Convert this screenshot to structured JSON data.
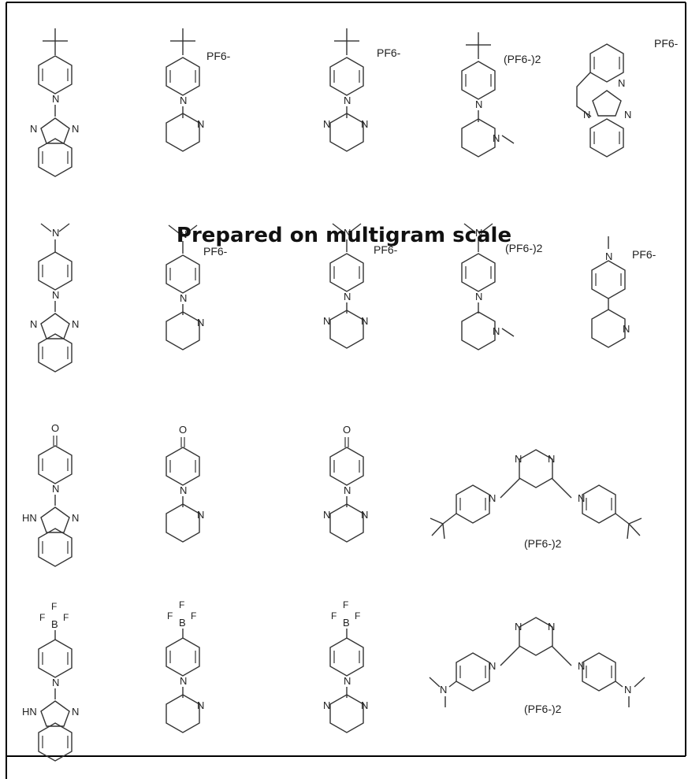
{
  "section_heading": "Prepared on multigram scale",
  "counter_ions": {
    "pf6": "PF6-",
    "pf6_double": "(PF6-)2"
  },
  "atom_labels": {
    "N": "N",
    "NH": "HN",
    "O": "O",
    "F": "F",
    "B": "B"
  },
  "compounds": [
    {
      "row": 1,
      "col": 1,
      "top": "tBu",
      "bottom": "benzimidazolyl",
      "counter": ""
    },
    {
      "row": 1,
      "col": 2,
      "top": "tBu",
      "bottom": "pyridyl",
      "counter": "PF6-"
    },
    {
      "row": 1,
      "col": 3,
      "top": "tBu",
      "bottom": "pyrimidinyl",
      "counter": "PF6-"
    },
    {
      "row": 1,
      "col": 4,
      "top": "tBu",
      "bottom": "N-methylpyridinium",
      "counter": "(PF6-)2"
    },
    {
      "row": 1,
      "col": 5,
      "top": "fused",
      "bottom": "fused",
      "counter": "PF6-"
    },
    {
      "row": 2,
      "col": 1,
      "top": "NMe2",
      "bottom": "benzimidazolyl",
      "counter": ""
    },
    {
      "row": 2,
      "col": 2,
      "top": "NMe2",
      "bottom": "pyridyl",
      "counter": "PF6-"
    },
    {
      "row": 2,
      "col": 3,
      "top": "NMe2",
      "bottom": "pyrimidinyl",
      "counter": "PF6-"
    },
    {
      "row": 2,
      "col": 4,
      "top": "NMe2",
      "bottom": "N-methylpyridinium",
      "counter": "(PF6-)2"
    },
    {
      "row": 2,
      "col": 5,
      "top": "N-methylpyridinium",
      "bottom": "pyridyl",
      "counter": "PF6-"
    },
    {
      "row": 3,
      "col": 1,
      "top": "oxo",
      "bottom": "NH-benzimidazolyl",
      "counter": ""
    },
    {
      "row": 3,
      "col": 2,
      "top": "oxo",
      "bottom": "pyridyl",
      "counter": ""
    },
    {
      "row": 3,
      "col": 3,
      "top": "oxo",
      "bottom": "pyrimidinyl",
      "counter": ""
    },
    {
      "row": 3,
      "col": 4,
      "top": "bis-tBu-pyridinium",
      "bottom": "pyrimidine",
      "counter": "(PF6-)2"
    },
    {
      "row": 4,
      "col": 1,
      "top": "BF3",
      "bottom": "NH-benzimidazolyl",
      "counter": ""
    },
    {
      "row": 4,
      "col": 2,
      "top": "BF3",
      "bottom": "pyridyl",
      "counter": ""
    },
    {
      "row": 4,
      "col": 3,
      "top": "BF3",
      "bottom": "pyrimidinyl",
      "counter": ""
    },
    {
      "row": 4,
      "col": 4,
      "top": "bis-NMe2-pyridinium",
      "bottom": "pyrimidine",
      "counter": "(PF6-)2"
    }
  ]
}
